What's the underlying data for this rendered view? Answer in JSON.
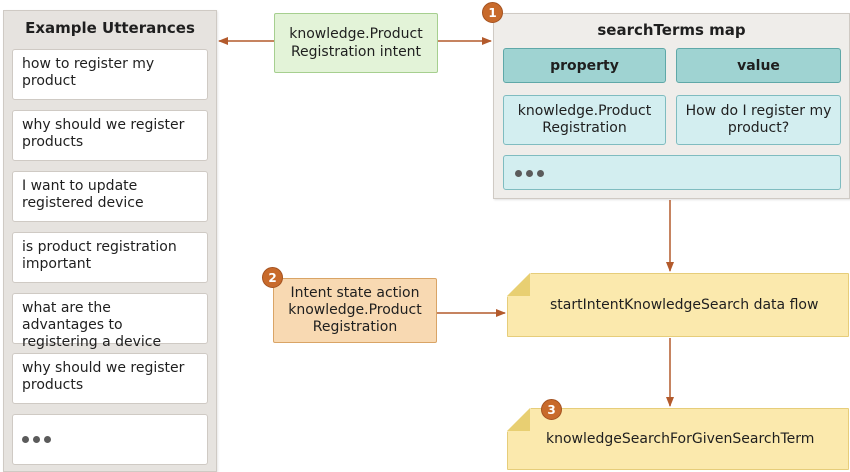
{
  "utterances": {
    "title": "Example Utterances",
    "items": [
      "how to register my product",
      "why should we register products",
      "I want to update registered device",
      "is product registration important",
      "what are the advantages to registering a device",
      "why should we register products"
    ]
  },
  "intent": {
    "label": "knowledge.Product Registration intent"
  },
  "search_terms_map": {
    "badge": "1",
    "title": "searchTerms map",
    "header_property": "property",
    "header_value": "value",
    "row_property": "knowledge.Product Registration",
    "row_value": "How do I register my product?"
  },
  "action": {
    "badge": "2",
    "label": "Intent state action knowledge.Product Registration"
  },
  "flow": {
    "label": "startIntentKnowledgeSearch data flow"
  },
  "knowledge_search": {
    "badge": "3",
    "label": "knowledgeSearchForGivenSearchTerm"
  },
  "colors": {
    "arrow": "#b35a2c",
    "badge": "#c86a2b",
    "intent_fill": "#e3f3d8",
    "action_fill": "#f8d9b2",
    "note_fill": "#fbe9ad",
    "map_header_fill": "#9fd3d2",
    "map_cell_fill": "#d3eef0"
  }
}
